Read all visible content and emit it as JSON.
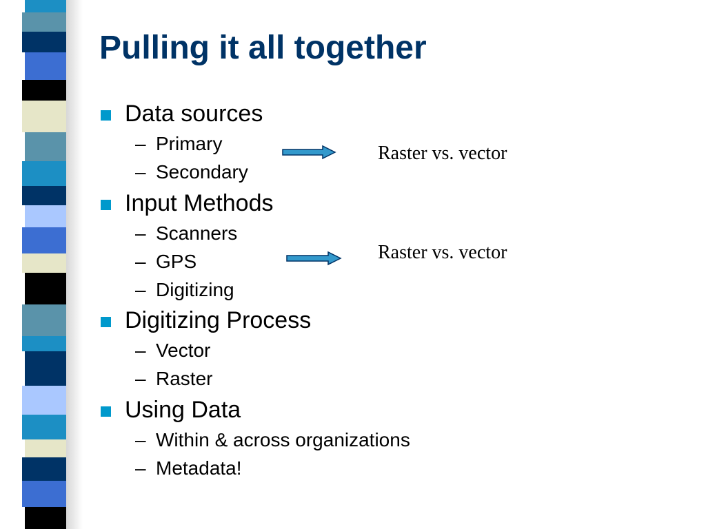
{
  "slide": {
    "title": "Pulling it all together",
    "sections": [
      {
        "label": "Data sources",
        "items": [
          "Primary",
          "Secondary"
        ]
      },
      {
        "label": "Input Methods",
        "items": [
          "Scanners",
          "GPS",
          "Digitizing"
        ]
      },
      {
        "label": "Digitizing Process",
        "items": [
          "Vector",
          "Raster"
        ]
      },
      {
        "label": "Using Data",
        "items": [
          "Within & across organizations",
          "Metadata!"
        ]
      }
    ],
    "dash": "–",
    "annotations": [
      "Raster vs. vector",
      "Raster vs. vector"
    ]
  },
  "colors": {
    "title": "#003366",
    "bullet": "#0099cc",
    "arrow_fill": "#3399cc",
    "arrow_stroke": "#003366",
    "stripe": [
      "#1c8fc4",
      "#5a93aa",
      "#003366",
      "#3c6ed2",
      "#000000",
      "#e6e6c8",
      "#aac8ff"
    ]
  }
}
